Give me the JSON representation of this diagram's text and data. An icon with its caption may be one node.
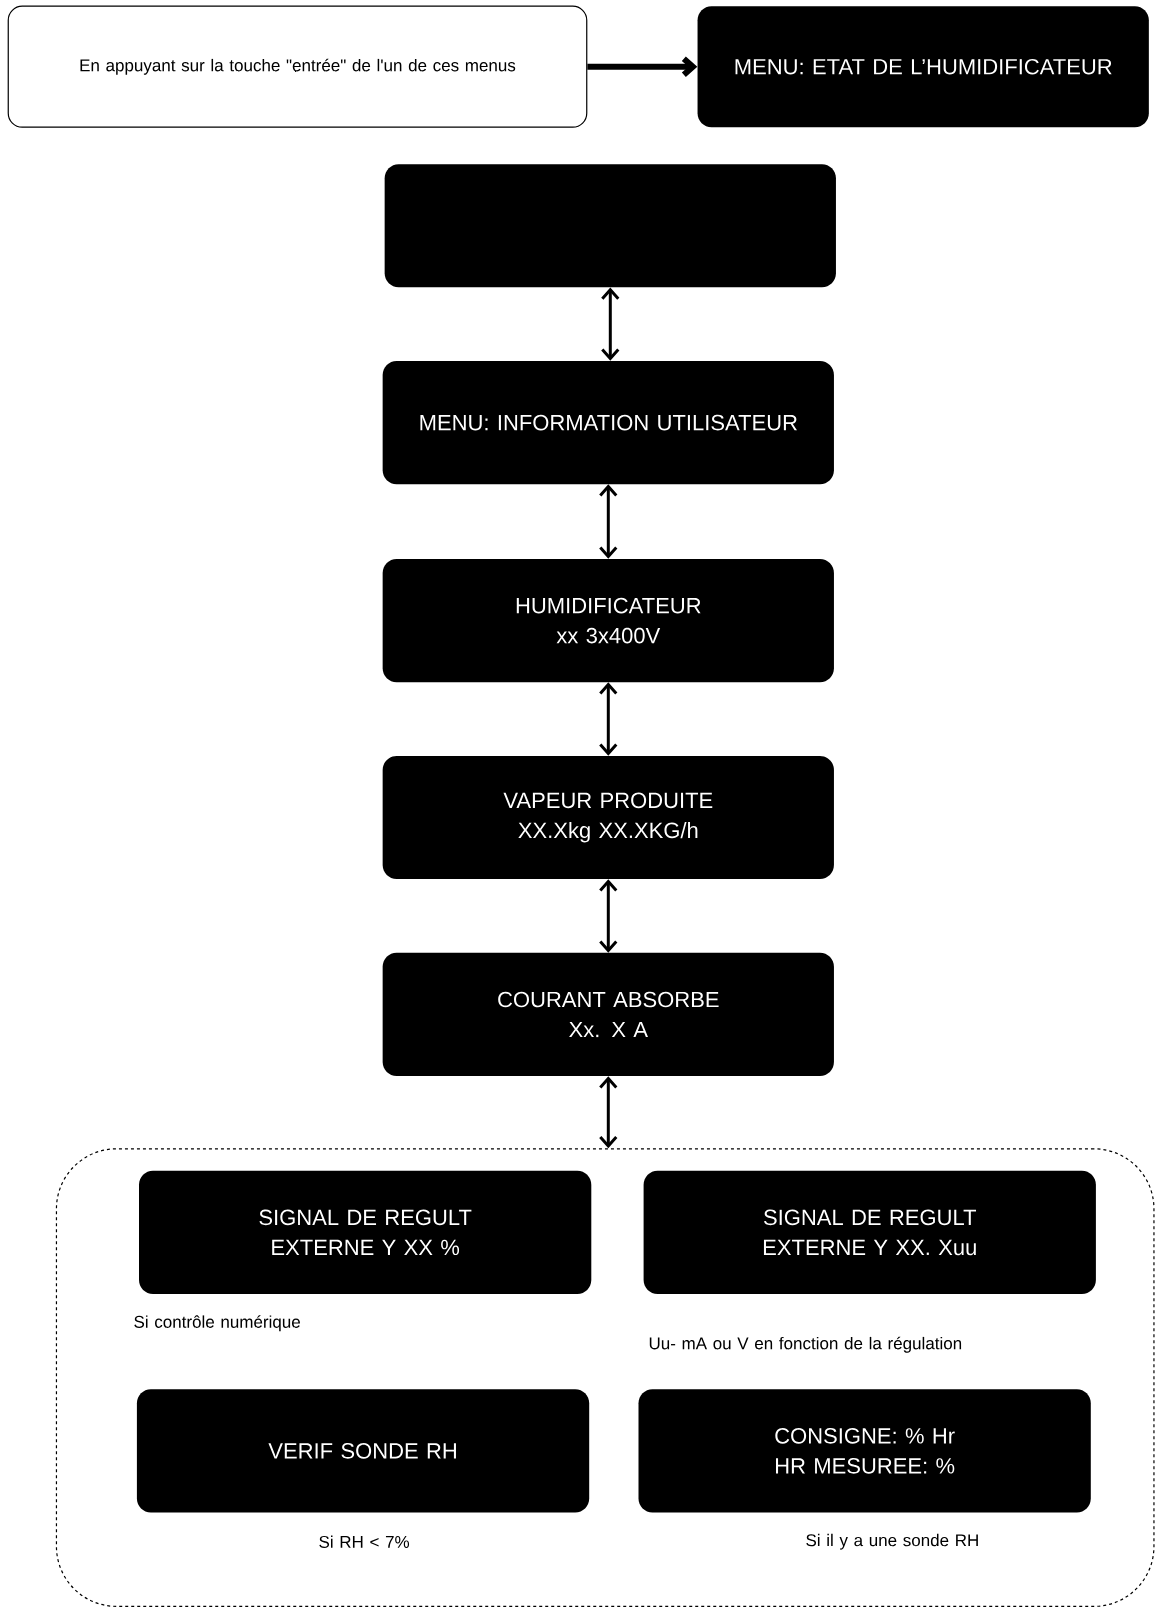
{
  "diagram": {
    "nodes": [
      {
        "text": [
          "En appuyant sur la touche \"entrée\" de l'un de ces menus"
        ]
      },
      {
        "text": [
          "MENU: ETAT DE L’HUMIDIFICATEUR"
        ]
      },
      {
        "text": [],
        "shape": "box"
      },
      {
        "text": [
          "MENU: INFORMATION UTILISATEUR"
        ]
      },
      {
        "text": [
          "HUMIDIFICATEUR",
          "xx 3x400V"
        ]
      },
      {
        "text": [
          "VAPEUR PRODUITE",
          "XX.Xkg XX.XKG/h"
        ]
      },
      {
        "text": [
          "COURANT ABSORBE",
          "Xx. X A"
        ]
      },
      {
        "text": [],
        "shape": "box"
      },
      {
        "text": [
          "SIGNAL DE REGULT",
          "EXTERNE Y XX %"
        ],
        "in": 7,
        "beside": [
          "Si contrôle numérique"
        ]
      },
      {
        "text": [
          "SIGNAL DE REGULT",
          "EXTERNE Y XX. Xuu"
        ],
        "in": 7,
        "beside": [
          "Uu- mA ou V en fonction de la régulation"
        ]
      },
      {
        "text": [
          "VERIF SONDE RH"
        ],
        "in": 7,
        "beside": [
          "Si RH < 7%"
        ]
      },
      {
        "text": [
          "CONSIGNE: % Hr",
          "HR MESUREE: %"
        ],
        "in": 7,
        "beside": [
          "Si il y a une sonde RH"
        ]
      }
    ],
    "edges": [
      {
        "from": 0,
        "to": 1,
        "arrow": "to",
        "style": "thick"
      },
      {
        "from": 2,
        "to": 3,
        "arrow": "both"
      },
      {
        "from": 3,
        "to": 4,
        "arrow": "both"
      },
      {
        "from": 4,
        "to": 5,
        "arrow": "both"
      },
      {
        "from": 5,
        "to": 6,
        "arrow": "both"
      },
      {
        "from": 6,
        "to": 7,
        "arrow": "both"
      }
    ]
  }
}
